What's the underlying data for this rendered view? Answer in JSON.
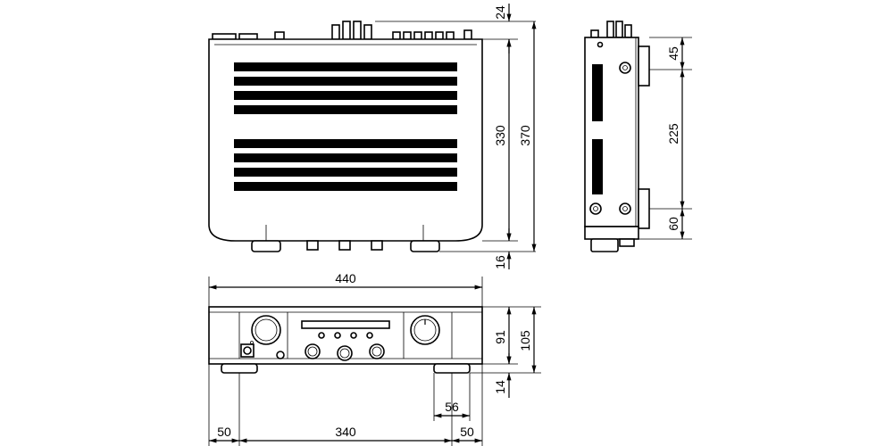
{
  "dimensions": {
    "top_depth_feet": "24",
    "top_depth_body": "330",
    "top_depth_total": "370",
    "top_front_knob": "16",
    "side_top_offset": "45",
    "side_mid": "225",
    "side_bottom": "60",
    "front_width": "440",
    "front_height_body": "91",
    "front_height_total": "105",
    "front_feet_height": "14",
    "foot_width": "56",
    "foot_offset_left": "50",
    "foot_spacing": "340",
    "foot_offset_right": "50"
  }
}
